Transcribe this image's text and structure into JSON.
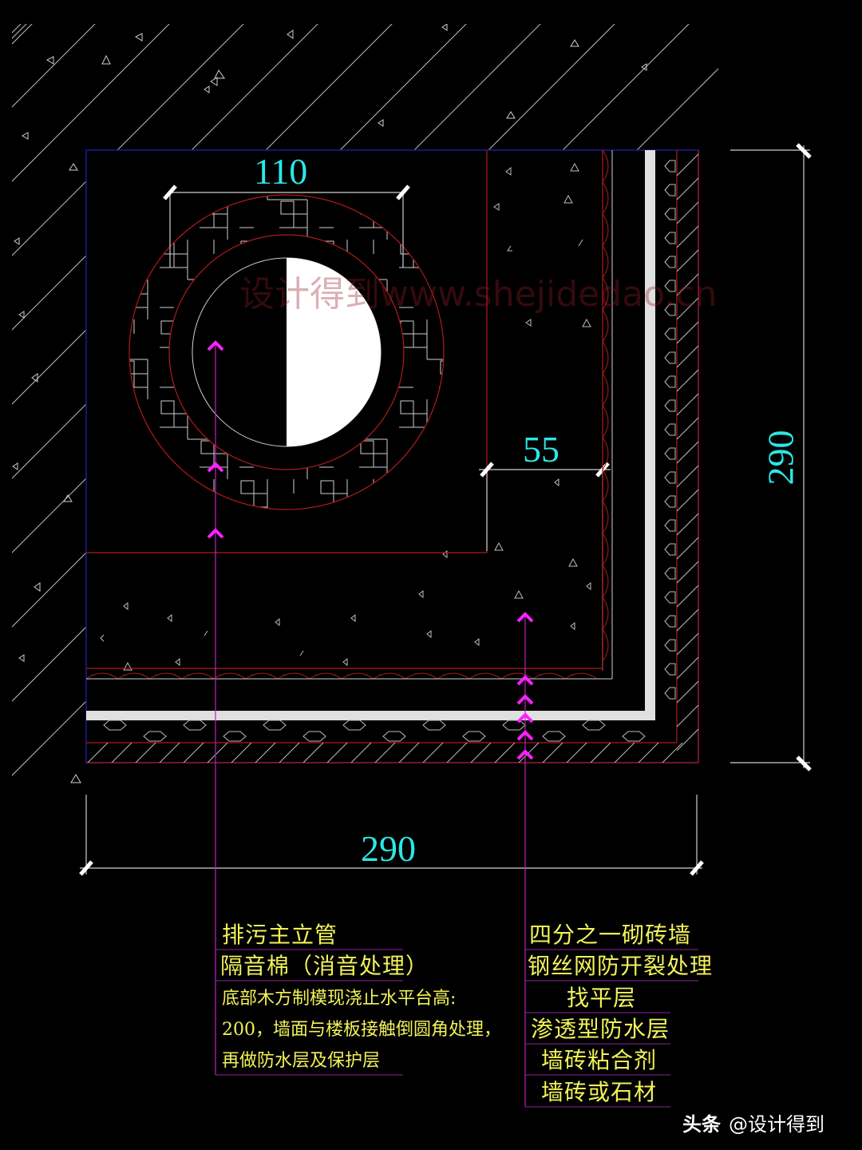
{
  "colors": {
    "background": "#000000",
    "dimension_text": "#2ee6e6",
    "label_text": "#f2f25a",
    "leader": "#e020e0",
    "red_line": "#b01a1a",
    "blue_border": "#1a1aa0",
    "hatch": "#bdbdbd",
    "white_bar": "#e0e0e0"
  },
  "dimensions": {
    "pipe_diameter": "110",
    "inner_offset": "55",
    "overall_width": "290",
    "overall_height": "290"
  },
  "watermark": "设计得到www.shejidedao.cn",
  "left_labels": [
    {
      "text": "排污主立管",
      "size": "big"
    },
    {
      "text": "隔音棉（消音处理）",
      "size": "big"
    },
    {
      "text": "底部木方制模现浇止水平台高:",
      "size": "small"
    },
    {
      "text": "200，墙面与楼板接触倒圆角处理，",
      "size": "small"
    },
    {
      "text": "再做防水层及保护层",
      "size": "small"
    }
  ],
  "right_labels": [
    {
      "text": "四分之一砌砖墙"
    },
    {
      "text": "钢丝网防开裂处理"
    },
    {
      "text": "找平层"
    },
    {
      "text": "渗透型防水层"
    },
    {
      "text": "墙砖粘合剂"
    },
    {
      "text": "墙砖或石材"
    }
  ],
  "credit": {
    "brand": "头条",
    "handle": "@设计得到"
  }
}
